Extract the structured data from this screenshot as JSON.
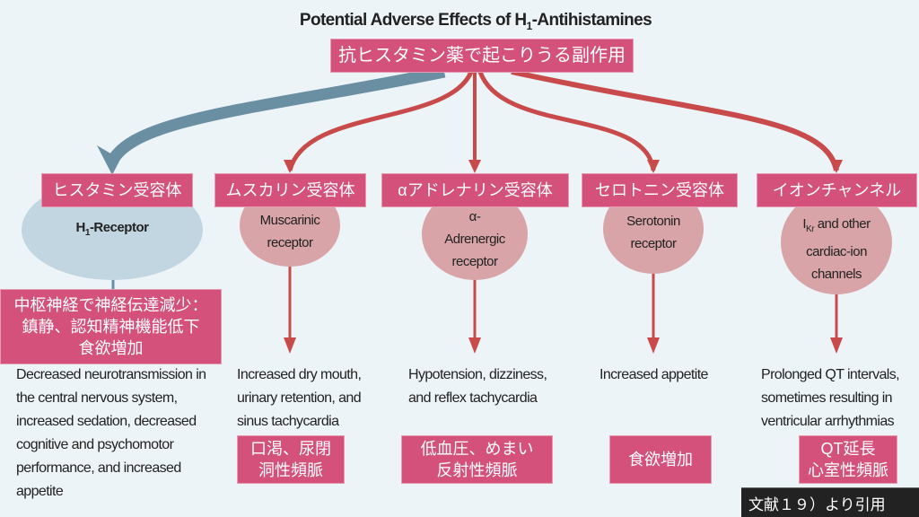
{
  "title": {
    "main": "Potential Adverse Effects of H",
    "sub": "1",
    "rest": "-Antihistamines"
  },
  "title_jp": "抗ヒスタミン薬で起こりうる副作用",
  "colors": {
    "pink": "#d4517c",
    "red_arrow": "#c94a4a",
    "blue_arrow": "#6a8ea2",
    "h1_receptor": "#c2d6e2",
    "other_receptor": "#d8a4a8"
  },
  "branches": [
    {
      "jp": "ヒスタミン受容体",
      "receptor_main": "H",
      "receptor_sub": "1",
      "receptor_rest": "-Receptor",
      "effect_jp_lines": [
        "中枢神経で神経伝達減少：",
        "鎮静、認知精神機能低下",
        "食欲増加"
      ],
      "effect_en": "Decreased neurotransmission in the central nervous system, increased sedation, decreased cognitive and psychomotor performance, and increased appetite"
    },
    {
      "jp": "ムスカリン受容体",
      "receptor": "Muscarinic receptor",
      "effect_en": "Increased dry mouth, urinary retention, and sinus tachycardia",
      "effect_jp_lines": [
        "口渇、尿閉",
        "洞性頻脈"
      ]
    },
    {
      "jp": "αアドレナリン受容体",
      "receptor": "α-Adrenergic receptor",
      "effect_en": "Hypotension, dizziness, and reflex tachycardia",
      "effect_jp_lines": [
        "低血圧、めまい",
        "反射性頻脈"
      ]
    },
    {
      "jp": "セロトニン受容体",
      "receptor": "Serotonin receptor",
      "effect_en": "Increased appetite",
      "effect_jp_lines": [
        "食欲増加"
      ]
    },
    {
      "jp": "イオンチャンネル",
      "receptor_main": "I",
      "receptor_sub": "Kr",
      "receptor_rest": " and other cardiac-ion channels",
      "effect_en": "Prolonged QT intervals, sometimes resulting in ventricular arrhythmias",
      "effect_jp_lines": [
        "QT延長",
        "心室性頻脈"
      ]
    }
  ],
  "citation": "文献１９）より引用"
}
